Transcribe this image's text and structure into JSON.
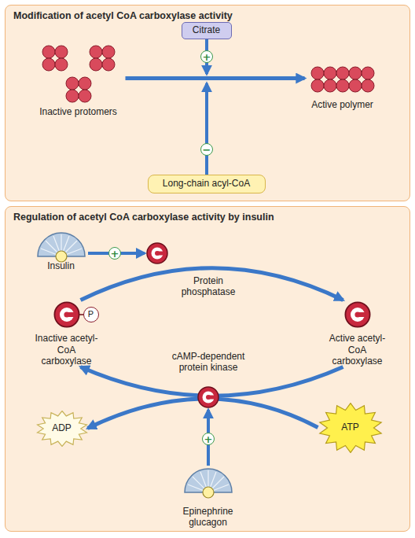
{
  "diagram": {
    "nodes": [
      {
        "text": [
          "Modification of acetyl CoA carboxylase activity"
        ]
      },
      {
        "text": [
          "Citrate"
        ],
        "in": 0
      },
      {
        "text": [
          "Inactive protomers"
        ],
        "in": 0
      },
      {
        "text": [
          "Active polymer"
        ],
        "in": 0
      },
      {
        "text": [
          "Long-chain acyl-CoA"
        ],
        "in": 0
      },
      {
        "text": [
          "Regulation of acetyl CoA carboxylase activity by insulin"
        ]
      },
      {
        "text": [
          "Insulin"
        ],
        "in": 5
      },
      {
        "text": [
          "Inactive acetyl-CoA carboxylase"
        ],
        "in": 5
      },
      {
        "text": [
          "P"
        ],
        "in": 5
      },
      {
        "text": [
          "Active acetyl-CoA carboxylase"
        ],
        "in": 5
      },
      {
        "text": [
          "ADP"
        ],
        "in": 5
      },
      {
        "text": [
          "ATP"
        ],
        "in": 5
      },
      {
        "text": [
          "Epinephrine glucagon"
        ],
        "in": 5
      }
    ],
    "edges": [
      {
        "from": 2,
        "to": 3,
        "arrow": "to"
      },
      {
        "from": 7,
        "to": 9,
        "label": "Protein phosphatase",
        "arrow": "to"
      },
      {
        "from": 9,
        "to": 7,
        "label": "cAMP-dependent protein kinase",
        "arrow": "to"
      },
      {
        "from": 11,
        "to": 10,
        "arrow": "to"
      }
    ],
    "labels": [
      "+",
      "−",
      "+",
      "+"
    ]
  }
}
